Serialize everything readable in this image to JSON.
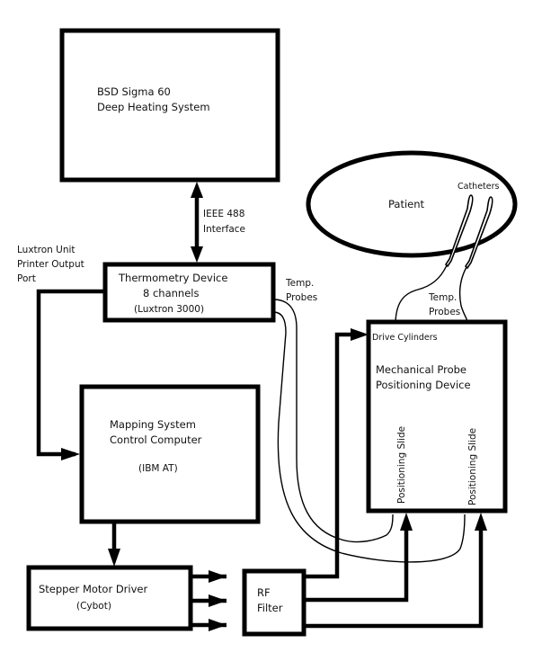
{
  "diagram": {
    "title": "",
    "nodes": {
      "bsd": {
        "line1": "BSD Sigma 60",
        "line2": "Deep Heating System"
      },
      "thermo": {
        "line1": "Thermometry Device",
        "line2": "8 channels",
        "line3": "(Luxtron 3000)"
      },
      "mapping": {
        "line1": "Mapping System",
        "line2": "Control Computer",
        "line3": "(IBM AT)"
      },
      "stepper": {
        "line1": "Stepper Motor Driver",
        "line2": "(Cybot)"
      },
      "rf": {
        "line1": "RF",
        "line2": "Filter"
      },
      "mech": {
        "line1": "Mechanical Probe",
        "line2": "Positioning Device",
        "drive": "Drive Cylinders",
        "slide1": "Positioning Slide",
        "slide2": "Positioning Slide"
      },
      "patient": {
        "label": "Patient",
        "catheters": "Catheters"
      }
    },
    "labels": {
      "ieee_line1": "IEEE 488",
      "ieee_line2": "Interface",
      "luxtron_line1": "Luxtron Unit",
      "luxtron_line2": "Printer Output",
      "luxtron_line3": "Port",
      "probes_left_line1": "Temp.",
      "probes_left_line2": "Probes",
      "probes_right_line1": "Temp.",
      "probes_right_line2": "Probes"
    },
    "edges": [
      {
        "from": "bsd",
        "to": "thermo",
        "label": "IEEE 488 Interface",
        "direction": "bidirectional"
      },
      {
        "from": "thermo",
        "to": "mapping",
        "label": "Luxtron Unit Printer Output Port"
      },
      {
        "from": "mapping",
        "to": "stepper"
      },
      {
        "from": "stepper",
        "to": "rf",
        "count": 3
      },
      {
        "from": "rf",
        "to": "mech",
        "target": "Drive Cylinders"
      },
      {
        "from": "rf",
        "to": "mech",
        "target": "Positioning Slide 1"
      },
      {
        "from": "rf",
        "to": "mech",
        "target": "Positioning Slide 2"
      },
      {
        "from": "thermo",
        "to": "mech",
        "label": "Temp. Probes",
        "style": "thin"
      },
      {
        "from": "mech",
        "to": "patient",
        "label": "Temp. Probes",
        "style": "thin"
      }
    ]
  }
}
